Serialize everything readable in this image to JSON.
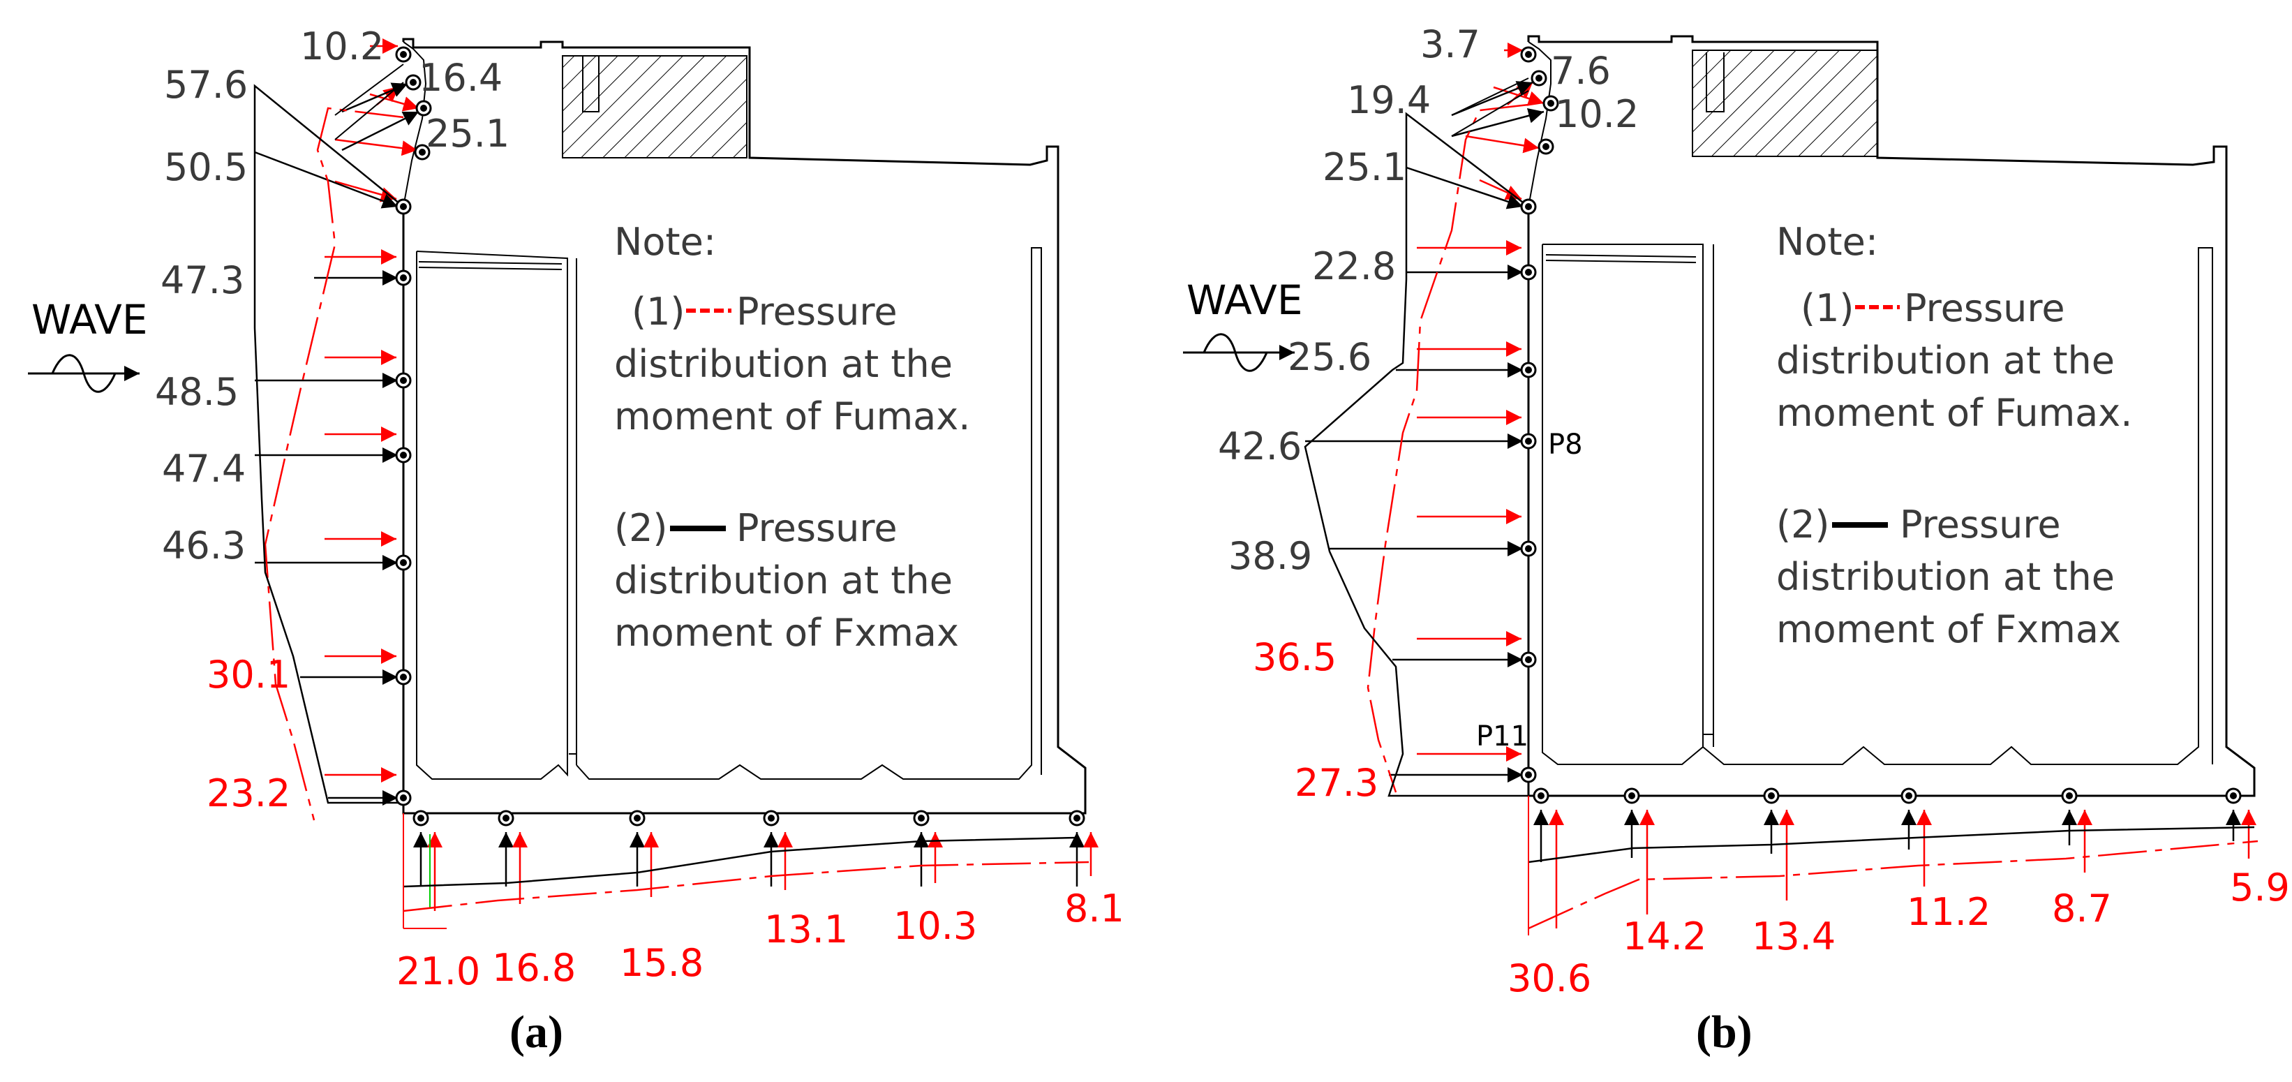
{
  "colors": {
    "black": "#000000",
    "red": "#ff0000",
    "green": "#00cc00",
    "gray": "#3a3a3a"
  },
  "panels": [
    {
      "caption": "(a)",
      "wave_label": "WAVE",
      "note": {
        "title": "Note:",
        "item1_num": "(1)",
        "item1_text": "Pressure",
        "item2_num": "(2)",
        "item2_text": "Pressure",
        "line1a": "distribution at the",
        "line1b": "moment of Fumax.",
        "line2a": "distribution at the",
        "line2b": "moment of Fxmax"
      },
      "wall_labels": {
        "black": [
          "10.2",
          "16.4",
          "25.1",
          "57.6",
          "50.5",
          "47.3",
          "48.5",
          "47.4",
          "46.3"
        ],
        "red": [
          "30.1",
          "23.2"
        ]
      },
      "base_labels": [
        "21.0",
        "16.8",
        "15.8",
        "13.1",
        "10.3",
        "8.1"
      ],
      "point_labels": []
    },
    {
      "caption": "(b)",
      "wave_label": "WAVE",
      "note": {
        "title": "Note:",
        "item1_num": "(1)",
        "item1_text": "Pressure",
        "item2_num": "(2)",
        "item2_text": "Pressure",
        "line1a": "distribution at the",
        "line1b": "moment of Fumax.",
        "line2a": "distribution at the",
        "line2b": "moment of Fxmax"
      },
      "wall_labels": {
        "black": [
          "3.7",
          "7.6",
          "19.4",
          "10.2",
          "25.1",
          "22.8",
          "25.6",
          "42.6",
          "38.9"
        ],
        "red": [
          "36.5",
          "27.3"
        ]
      },
      "base_labels": [
        "30.6",
        "14.2",
        "13.4",
        "11.2",
        "8.7",
        "5.9"
      ],
      "point_labels": [
        "P8",
        "P11"
      ]
    }
  ]
}
